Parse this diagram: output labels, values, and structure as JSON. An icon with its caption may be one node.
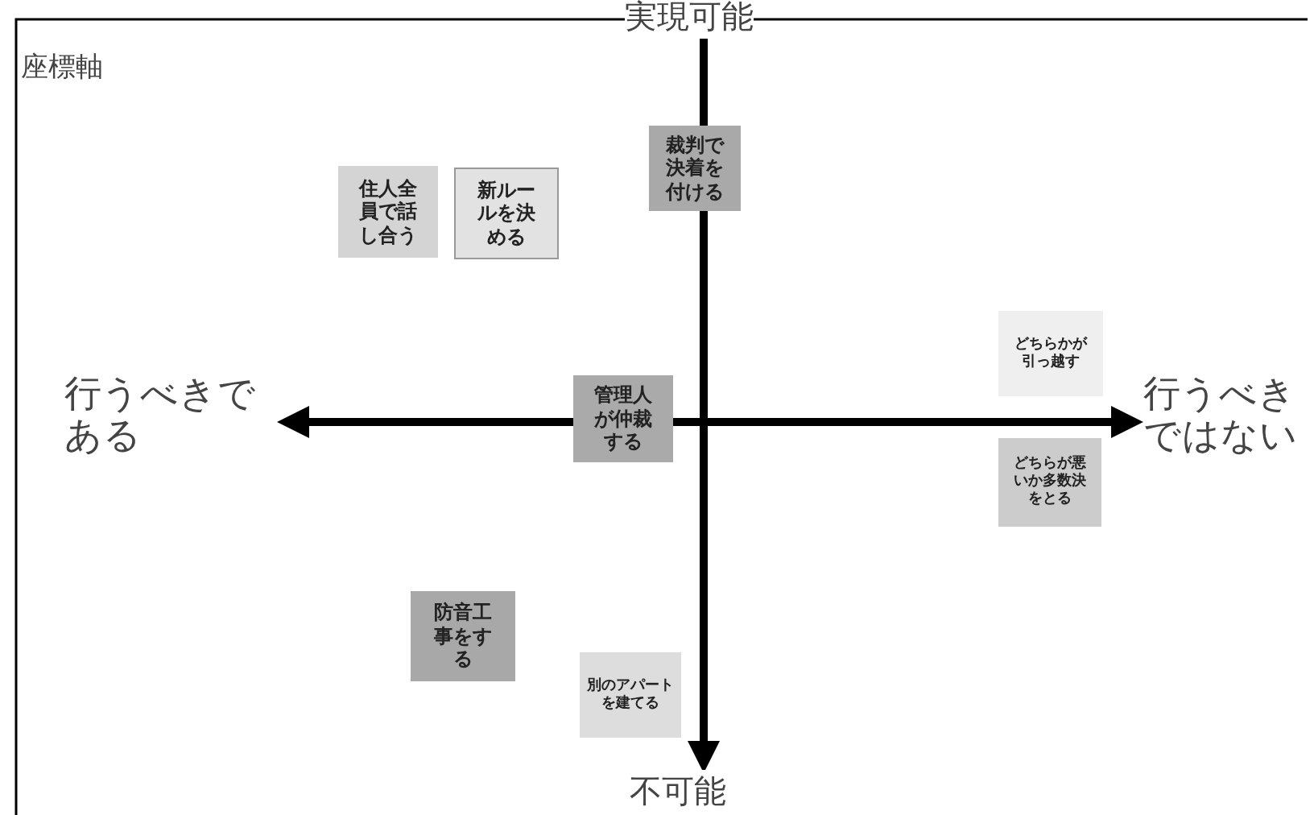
{
  "diagram": {
    "title": "座標軸",
    "nodes": [
      {
        "text": [
          "裁判で決着を付ける"
        ]
      },
      {
        "text": [
          "住人全員で話し合う"
        ]
      },
      {
        "text": [
          "新ルールを決める"
        ]
      },
      {
        "text": [
          "どちらかが引っ越す"
        ]
      },
      {
        "text": [
          "管理人が仲裁する"
        ]
      },
      {
        "text": [
          "どちらが悪いか多数決をとる"
        ]
      },
      {
        "text": [
          "防音工事をする"
        ]
      },
      {
        "text": [
          "別のアパートを建てる"
        ]
      }
    ],
    "labels": [
      "実現可能",
      "行うべきである",
      "行うべきではない",
      "不可能"
    ]
  }
}
